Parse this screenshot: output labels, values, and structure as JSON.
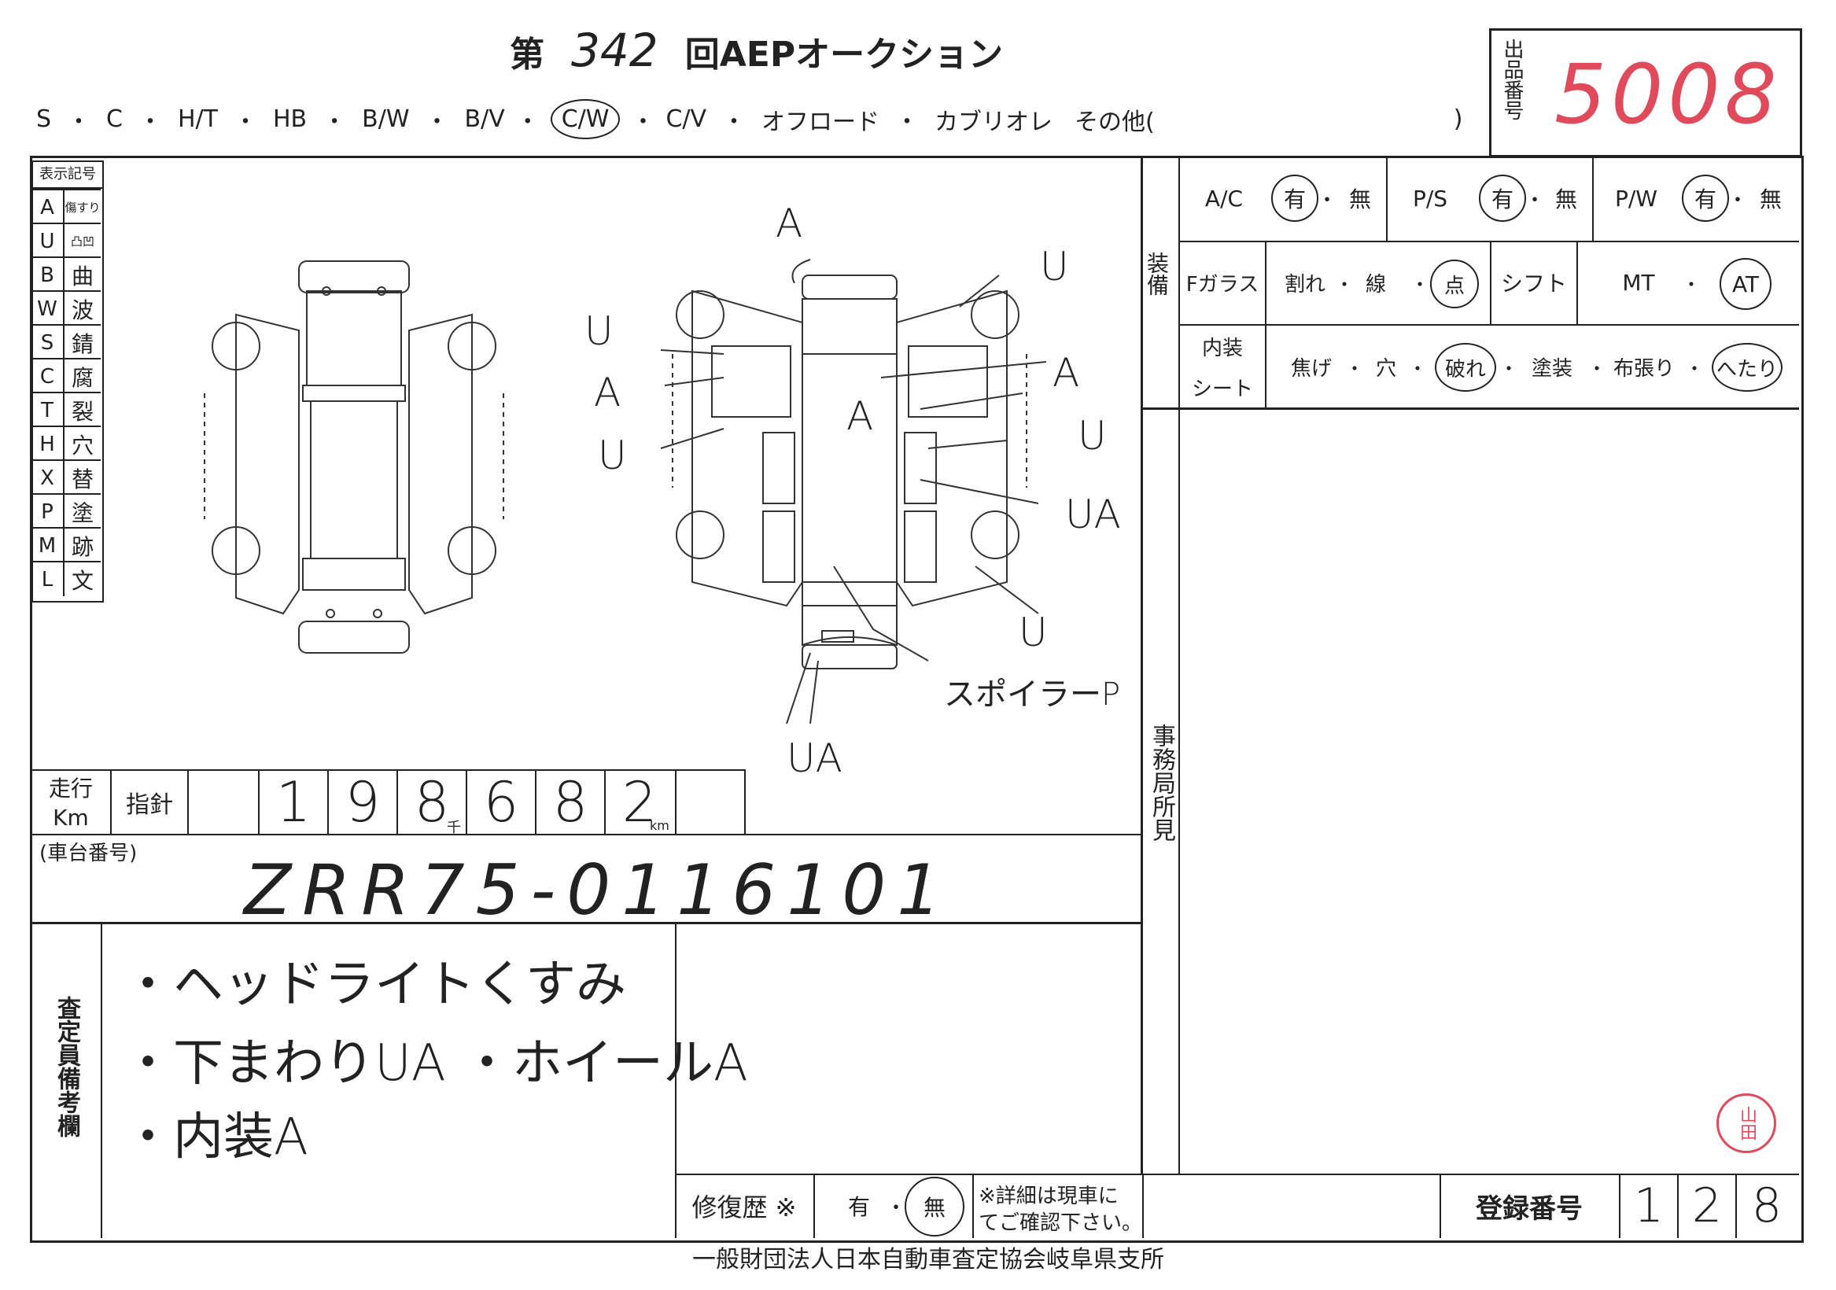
{
  "header": {
    "title_prefix": "第",
    "title_number": "342",
    "title_suffix": "回AEPオークション",
    "body_types": [
      "S",
      "C",
      "H/T",
      "HB",
      "B/W",
      "B/V",
      "C/W",
      "C/V",
      "オフロード",
      "カブリオレ",
      "その他("
    ],
    "body_types_close": ")",
    "selected_body_type": "C/W"
  },
  "lot": {
    "label": "出品番号",
    "number": "5008"
  },
  "legend": {
    "title": "表示記号",
    "items": [
      {
        "code": "A",
        "meaning": "傷すり"
      },
      {
        "code": "U",
        "meaning": "凸凹"
      },
      {
        "code": "B",
        "meaning": "曲"
      },
      {
        "code": "W",
        "meaning": "波"
      },
      {
        "code": "S",
        "meaning": "錆"
      },
      {
        "code": "C",
        "meaning": "腐"
      },
      {
        "code": "T",
        "meaning": "裂"
      },
      {
        "code": "H",
        "meaning": "穴"
      },
      {
        "code": "X",
        "meaning": "替"
      },
      {
        "code": "P",
        "meaning": "塗"
      },
      {
        "code": "M",
        "meaning": "跡"
      },
      {
        "code": "L",
        "meaning": "文"
      }
    ]
  },
  "diagram_marks": [
    "A",
    "U",
    "U",
    "A",
    "U",
    "A",
    "A",
    "U",
    "UA",
    "U",
    "UA",
    "スポイラーP"
  ],
  "equipment": {
    "section_label": "装備",
    "ac": {
      "label": "A/C",
      "yes": "有",
      "no": "無",
      "selected": "有"
    },
    "ps": {
      "label": "P/S",
      "yes": "有",
      "no": "無",
      "selected": "有"
    },
    "pw": {
      "label": "P/W",
      "yes": "有",
      "no": "無",
      "selected": "有"
    },
    "fglass": {
      "label": "Fガラス",
      "opts": [
        "割れ",
        "線",
        "点"
      ],
      "selected": "点"
    },
    "shift": {
      "label": "シフト",
      "opts": [
        "MT",
        "AT"
      ],
      "selected": "AT"
    },
    "interior": {
      "label1": "内装",
      "label2": "シート",
      "opts": [
        "焦げ",
        "穴",
        "破れ",
        "塗装",
        "布張り",
        "へたり"
      ],
      "selected": [
        "破れ",
        "へたり"
      ]
    }
  },
  "office": {
    "label": "事務局所見"
  },
  "odometer": {
    "label1": "走行",
    "label2": "Km",
    "type": "指針",
    "digits": [
      "1",
      "9",
      "8",
      "6",
      "8",
      "2"
    ],
    "thousand_mark": "千",
    "km_mark": "km"
  },
  "chassis": {
    "label": "(車台番号)",
    "value": "ZRR75-0116101"
  },
  "inspector": {
    "label": "査定員備考欄",
    "notes": [
      "・ヘッドライトくすみ",
      "・下まわりUA ・ホイールA",
      "・内装A"
    ]
  },
  "repair": {
    "label": "修復歴 ※",
    "yes": "有",
    "no": "無",
    "selected": "無",
    "note1": "※詳細は現車に",
    "note2": "てご確認下さい。"
  },
  "registration": {
    "label": "登録番号",
    "digits": [
      "1",
      "2",
      "8"
    ]
  },
  "stamp": "山田",
  "footer": "一般財団法人日本自動車査定協会岐阜県支所"
}
